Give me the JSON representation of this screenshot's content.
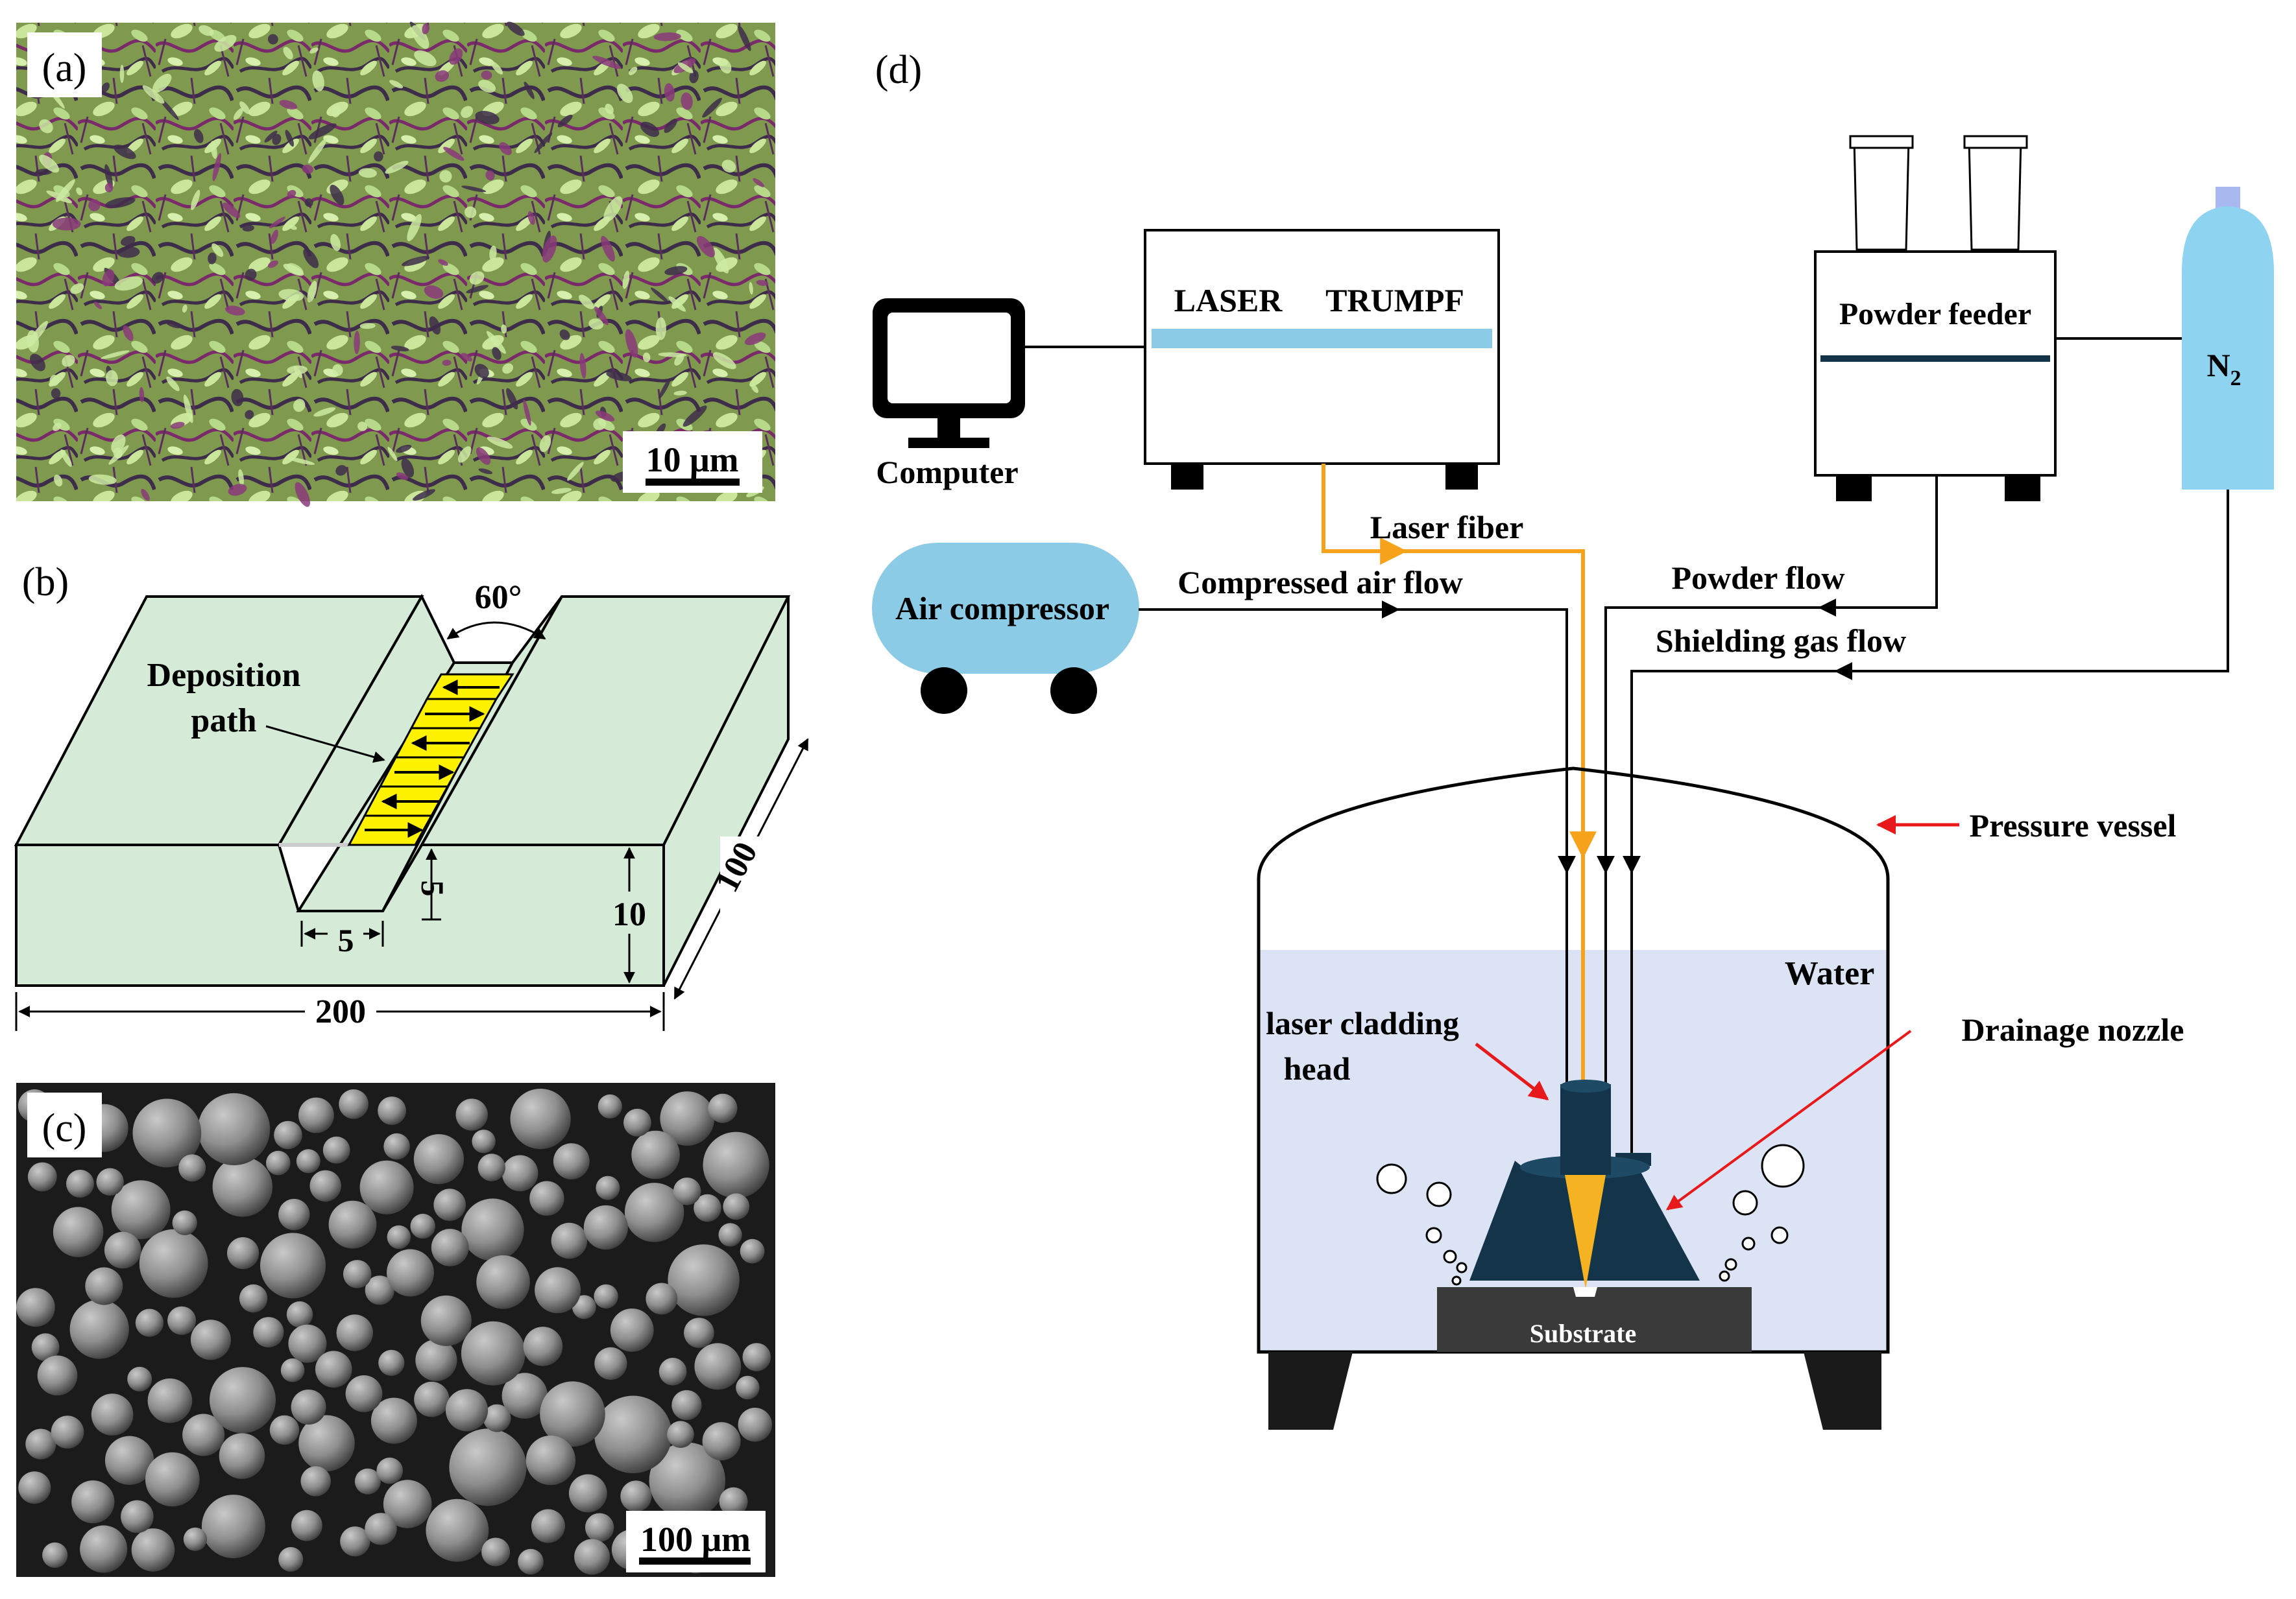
{
  "panels": {
    "a": {
      "label": "(a)",
      "scale_bar": "10 μm",
      "colors": {
        "base": "#7f9a4e",
        "grain_light": "#c9e69b",
        "grain_dark": "#3e2d4a",
        "boundary": "#7a2a6a"
      }
    },
    "b": {
      "label": "(b)",
      "angle": "60°",
      "deposition_line1": "Deposition",
      "deposition_line2": "path",
      "dims": {
        "width": "200",
        "depth": "100",
        "height": "10",
        "groove_depth": "5",
        "groove_bottom": "5"
      },
      "colors": {
        "block": "#d5ebd8",
        "track": "#fff200"
      }
    },
    "c": {
      "label": "(c)",
      "scale_bar": "100 μm",
      "colors": {
        "background": "#1b1b1b",
        "particle": "#8e8e8e"
      }
    },
    "d": {
      "label": "(d)",
      "computer": "Computer",
      "laser_left": "LASER",
      "laser_right": "TRUMPF",
      "powder_feeder": "Powder feeder",
      "n2_main": "N",
      "n2_sub": "2",
      "air_compressor": "Air compressor",
      "laser_fiber": "Laser  fiber",
      "compressed_air": "Compressed air flow",
      "powder_flow": "Powder flow",
      "shielding_gas": "Shielding gas flow",
      "pressure_vessel": "Pressure vessel",
      "water": "Water",
      "cladding_head_line1": "laser cladding",
      "cladding_head_line2": "head",
      "drainage_nozzle": "Drainage nozzle",
      "substrate": "Substrate",
      "colors": {
        "laser_band": "#8ccbe6",
        "fiber": "#f7a21b",
        "n2": "#8ed3f0",
        "water": "#dbe3f4",
        "head": "#14344a",
        "beam": "#f5b324",
        "arrow_red": "#e8191b",
        "substrate": "#3a3a3a"
      }
    }
  }
}
